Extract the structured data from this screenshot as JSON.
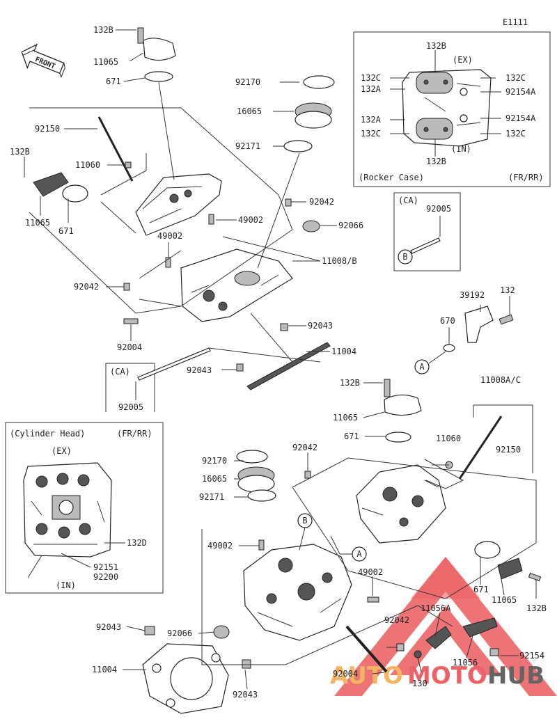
{
  "diagram_code": "E1111",
  "front_label": "FRONT",
  "labels": [
    {
      "id": "l1",
      "text": "132B"
    },
    {
      "id": "l2",
      "text": "11065"
    },
    {
      "id": "l3",
      "text": "671"
    },
    {
      "id": "l4",
      "text": "92150"
    },
    {
      "id": "l5",
      "text": "132B"
    },
    {
      "id": "l6",
      "text": "11060"
    },
    {
      "id": "l7",
      "text": "11065"
    },
    {
      "id": "l8",
      "text": "671"
    },
    {
      "id": "l9",
      "text": "92170"
    },
    {
      "id": "l10",
      "text": "16065"
    },
    {
      "id": "l11",
      "text": "92171"
    },
    {
      "id": "l12",
      "text": "92042"
    },
    {
      "id": "l13",
      "text": "49002"
    },
    {
      "id": "l14",
      "text": "92066"
    },
    {
      "id": "l15",
      "text": "49002"
    },
    {
      "id": "l16",
      "text": "11008/B"
    },
    {
      "id": "l17",
      "text": "92042"
    },
    {
      "id": "l18",
      "text": "92004"
    },
    {
      "id": "l19",
      "text": "92043"
    },
    {
      "id": "l20",
      "text": "11004"
    },
    {
      "id": "l21",
      "text": "92043"
    },
    {
      "id": "l22",
      "text": "92005"
    },
    {
      "id": "l23",
      "text": "92005"
    },
    {
      "id": "l24",
      "text": "39192"
    },
    {
      "id": "l25",
      "text": "132"
    },
    {
      "id": "l26",
      "text": "670"
    },
    {
      "id": "l27",
      "text": "132B"
    },
    {
      "id": "l28",
      "text": "11008A/C"
    },
    {
      "id": "l29",
      "text": "11065"
    },
    {
      "id": "l30",
      "text": "671"
    },
    {
      "id": "l31",
      "text": "11060"
    },
    {
      "id": "l32",
      "text": "92150"
    },
    {
      "id": "l33",
      "text": "92042"
    },
    {
      "id": "l34",
      "text": "92170"
    },
    {
      "id": "l35",
      "text": "16065"
    },
    {
      "id": "l36",
      "text": "92171"
    },
    {
      "id": "l37",
      "text": "49002"
    },
    {
      "id": "l38",
      "text": "49002"
    },
    {
      "id": "l39",
      "text": "671"
    },
    {
      "id": "l40",
      "text": "11065"
    },
    {
      "id": "l41",
      "text": "132B"
    },
    {
      "id": "l42",
      "text": "11056A"
    },
    {
      "id": "l43",
      "text": "92042"
    },
    {
      "id": "l44",
      "text": "92043"
    },
    {
      "id": "l45",
      "text": "92066"
    },
    {
      "id": "l46",
      "text": "11004"
    },
    {
      "id": "l47",
      "text": "92043"
    },
    {
      "id": "l48",
      "text": "92004"
    },
    {
      "id": "l49",
      "text": "130"
    },
    {
      "id": "l50",
      "text": "11056"
    },
    {
      "id": "l51",
      "text": "92154"
    },
    {
      "id": "l52",
      "text": "132D"
    },
    {
      "id": "l53",
      "text": "92151"
    },
    {
      "id": "l54",
      "text": "92200"
    }
  ],
  "rocker_case_box": {
    "title": "(Rocker Case)",
    "variant": "(FR/RR)",
    "ex_label": "(EX)",
    "in_label": "(IN)",
    "labels": [
      "132B",
      "132C",
      "132C",
      "132A",
      "92154A",
      "132A",
      "92154A",
      "132C",
      "132C",
      "132B"
    ]
  },
  "ca_box_1": {
    "title": "(CA)",
    "part": "92005",
    "callout": "B"
  },
  "ca_box_2": {
    "title": "(CA)"
  },
  "cylinder_head_box": {
    "title": "(Cylinder Head)",
    "variant": "(FR/RR)",
    "ex_label": "(EX)",
    "in_label": "(IN)"
  },
  "callouts": {
    "a1": "A",
    "a2": "A",
    "b1": "B"
  },
  "watermark": {
    "part1": "AUTO",
    "part2": "MOTO",
    "part3": "HUB"
  },
  "colors": {
    "watermark_orange": "#f2a94a",
    "watermark_red": "#e8484d",
    "watermark_gray": "#4a4a4a"
  }
}
